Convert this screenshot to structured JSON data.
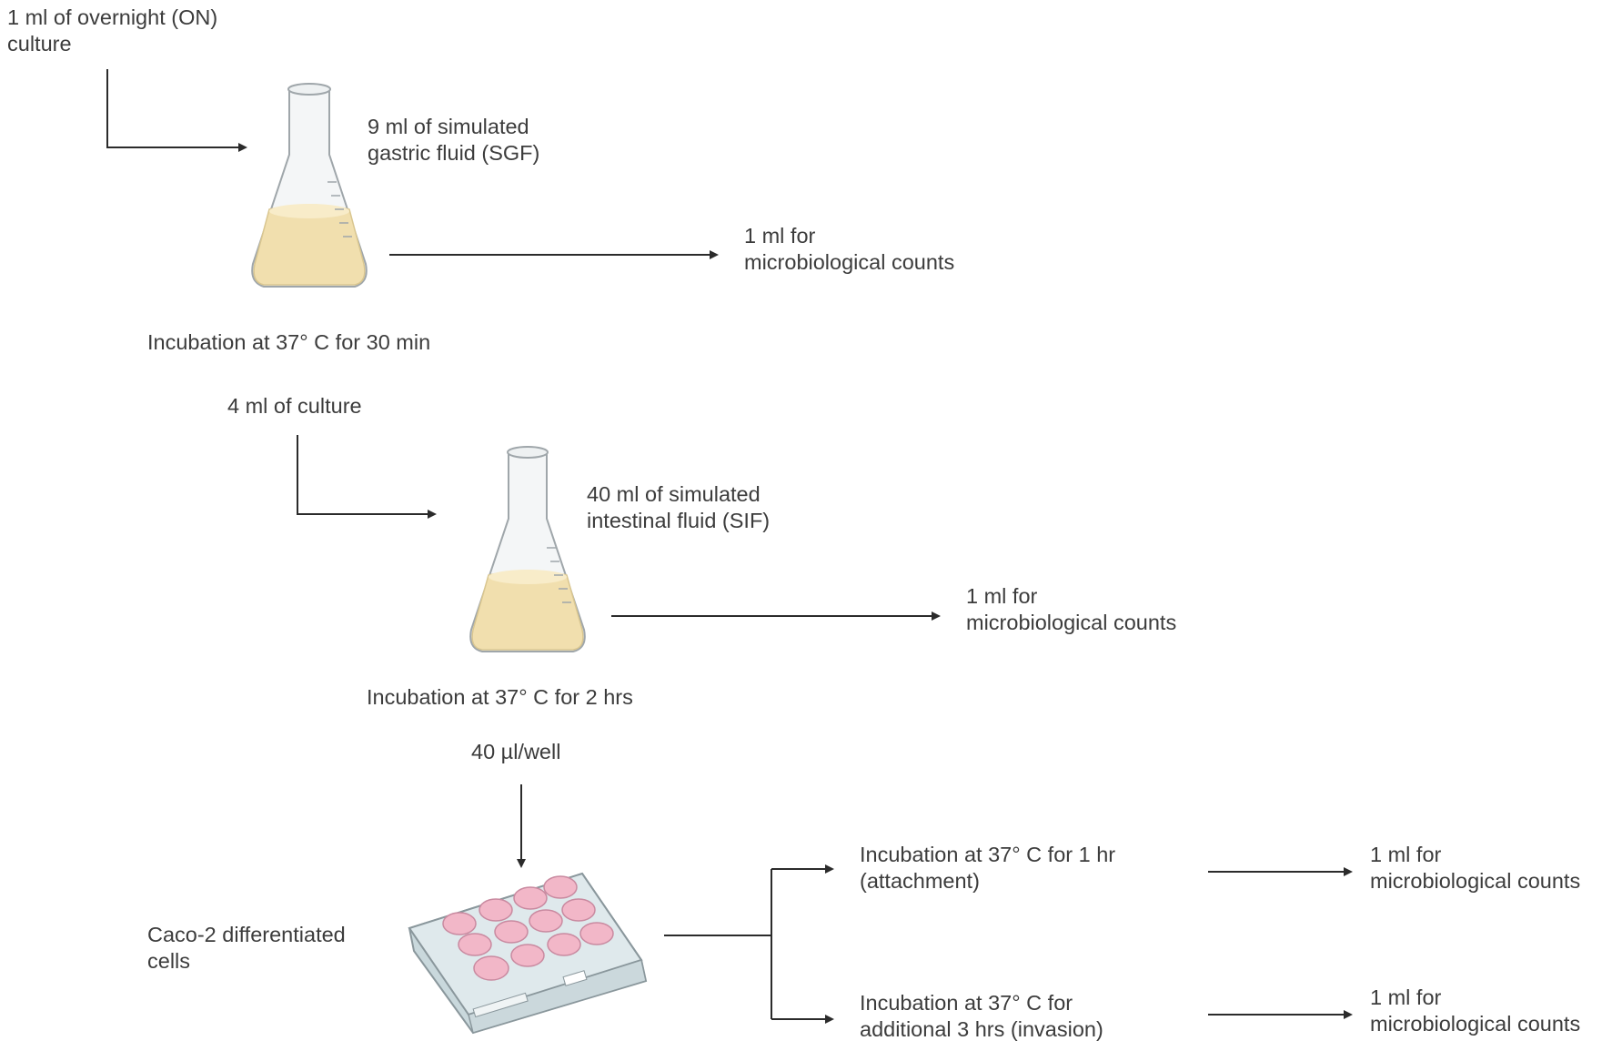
{
  "steps": {
    "on_culture_line1": "1 ml of overnight (ON)",
    "on_culture_line2": "culture",
    "sgf_line1": "9 ml of simulated",
    "sgf_line2": "gastric fluid (SGF)",
    "count1_line1": "1 ml for",
    "count1_line2": "microbiological counts",
    "incubation1": "Incubation at 37° C for 30 min",
    "transfer1": "4 ml of culture",
    "sif_line1": "40 ml of simulated",
    "sif_line2": "intestinal fluid (SIF)",
    "count2_line1": "1 ml for",
    "count2_line2": "microbiological counts",
    "incubation2": "Incubation at 37° C for 2 hrs",
    "transfer2": "40 µl/well",
    "cells_line1": "Caco-2 differentiated",
    "cells_line2": "cells",
    "attach_line1": "Incubation at 37° C for 1 hr",
    "attach_line2": "(attachment)",
    "count3_line1": "1 ml for",
    "count3_line2": "microbiological counts",
    "invasion_line1": "Incubation at 37° C for",
    "invasion_line2": "additional 3 hrs (invasion)",
    "count4_line1": "1 ml for",
    "count4_line2": "microbiological counts"
  },
  "colors": {
    "line": "#2b2b2b",
    "liquid": "#f1dfae",
    "liquid_top": "#f8ecc9",
    "glass": "#f4f6f7",
    "glass_edge": "#9fa6aa",
    "plate": "#dfe9ec",
    "well": "#f2b7c8"
  }
}
